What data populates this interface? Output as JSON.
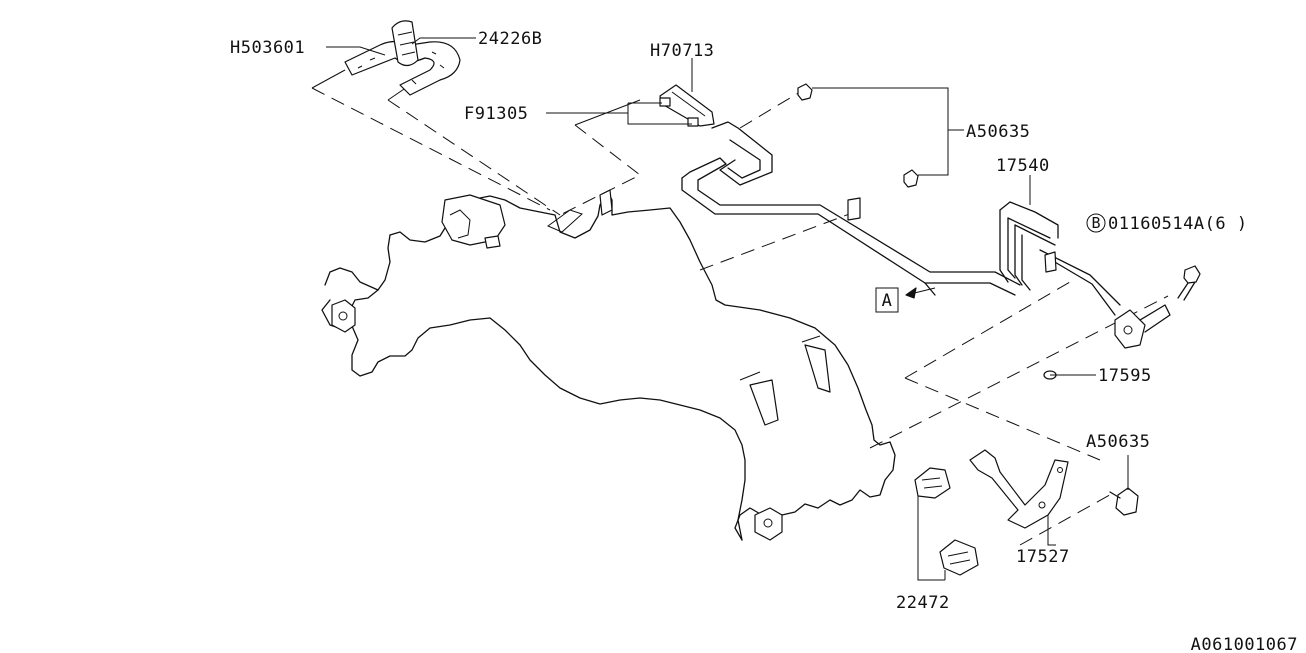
{
  "diagram": {
    "labels": {
      "h503601": "H503601",
      "p24226b": "24226B",
      "h70713": "H70713",
      "f91305": "F91305",
      "a50635_top": "A50635",
      "p17540": "17540",
      "bolt_spec": "01160514A(6 )",
      "bolt_symbol": "B",
      "ref_a": "A",
      "p17595": "17595",
      "a50635_bottom": "A50635",
      "p17527": "17527",
      "p22472": "22472"
    },
    "figure_code": "A061001067"
  }
}
